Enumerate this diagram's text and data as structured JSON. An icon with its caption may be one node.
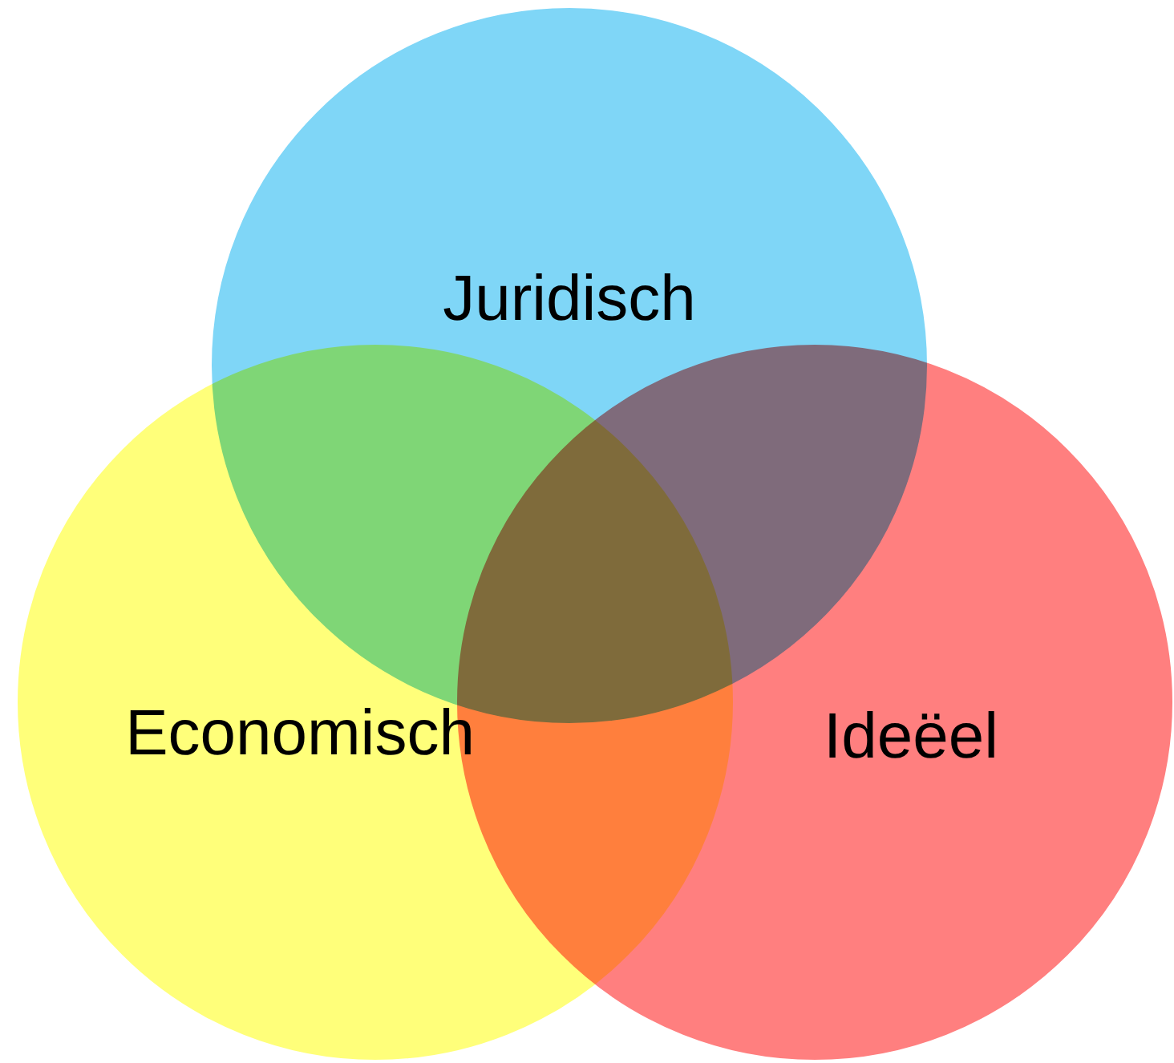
{
  "diagram": {
    "nodes": [
      {
        "text": [
          "Juridisch"
        ]
      },
      {
        "text": [
          "Economisch"
        ]
      },
      {
        "text": [
          "Ideëel"
        ]
      }
    ]
  }
}
